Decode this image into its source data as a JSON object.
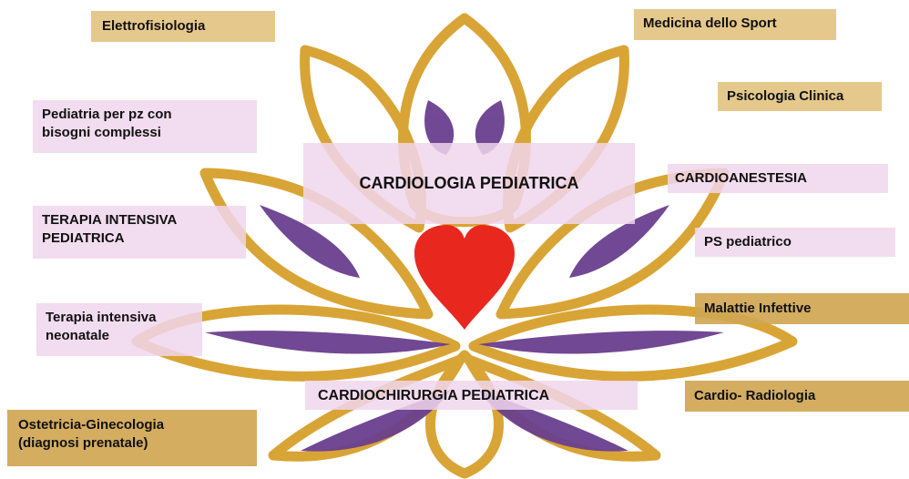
{
  "center": {
    "title": "CARDIOLOGIA PEDIATRICA",
    "bottom": "CARDIOCHIRURGIA PEDIATRICA"
  },
  "left": {
    "elettrofisiologia": "Elettrofisiologia",
    "pediatria_1": "Pediatria per pz con",
    "pediatria_2": "bisogni  complessi",
    "tip_1": "TERAPIA INTENSIVA",
    "tip_2": "PEDIATRICA",
    "tin_1": "Terapia intensiva",
    "tin_2": "neonatale",
    "ostetricia_1": "Ostetricia-Ginecologia",
    "ostetricia_2": "(diagnosi prenatale)"
  },
  "right": {
    "sport": "Medicina dello Sport",
    "psicologia": "Psicologia Clinica",
    "cardioanestesia": "CARDIOANESTESIA",
    "ps": "PS pediatrico",
    "infettive": "Malattie  Infettive",
    "radiologia": "Cardio- Radiologia"
  },
  "colors": {
    "gold": "#D9A436",
    "purple": "#6A3F8E",
    "heart": "#E8271F",
    "pink_label": "#F0D6EC",
    "tan_label": "#E0BE78"
  }
}
